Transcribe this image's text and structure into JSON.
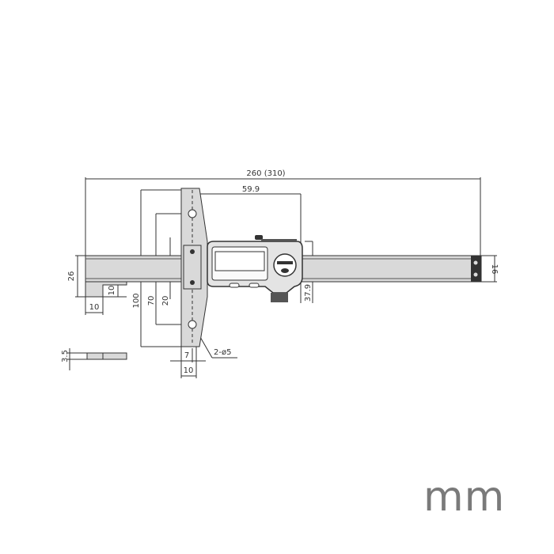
{
  "drawing": {
    "subject": "digital depth gauge technical drawing",
    "unit_label": "mm",
    "colors": {
      "part_fill": "#d9d9d9",
      "line": "#333333",
      "unit_text": "#7a7a7a"
    },
    "dimensions": {
      "overall_length": "260 (310)",
      "slider_width": "59.9",
      "beam_height_left": "26",
      "hook_depth": "10",
      "hook_length": "10",
      "base_length": "100",
      "hole_spacing": "70",
      "beam_width_at_base": "20",
      "display_height": "37.9",
      "beam_end_height": "16",
      "base_thickness": "3.5",
      "hole_offset": "7",
      "base_width": "10",
      "mounting_holes": "2-ø5"
    }
  }
}
